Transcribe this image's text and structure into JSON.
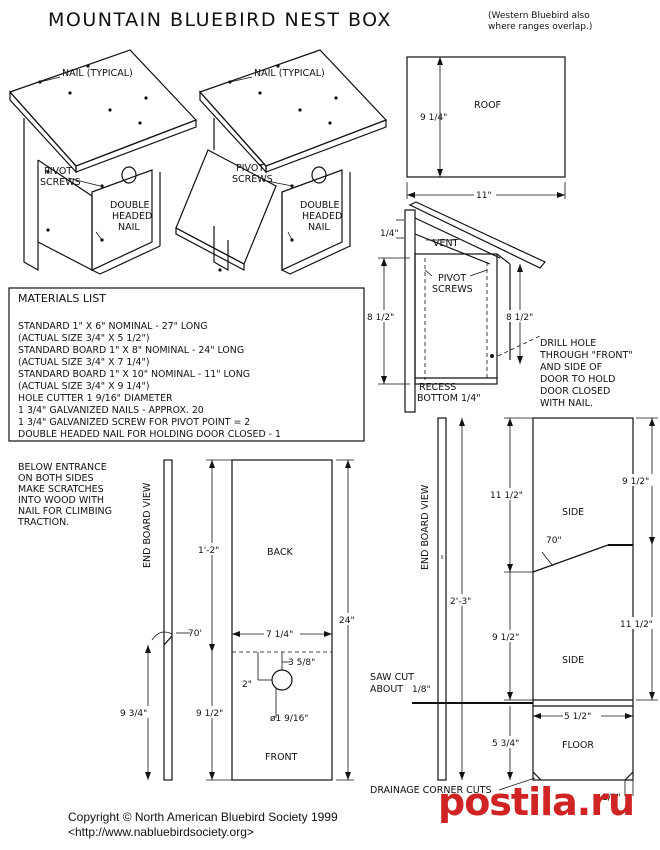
{
  "title": "MOUNTAIN BLUEBIRD NEST BOX",
  "subtitle_lines": [
    "(Western Bluebird also",
    "where ranges overlap.)"
  ],
  "iso_labels": {
    "nail_typical": "NAIL (TYPICAL)",
    "pivot": "PIVOT",
    "screws": "SCREWS",
    "double": "DOUBLE",
    "headed": "HEADED",
    "nail": "NAIL"
  },
  "roof": {
    "label": "ROOF",
    "height": "9 1/4\"",
    "width": "11\""
  },
  "side_view": {
    "quarter": "1/4\"",
    "vent": "VENT",
    "pivot_line1": "PIVOT",
    "pivot_line2": "SCREWS",
    "left_height": "8 1/2\"",
    "right_height": "8 1/2\"",
    "recess_line1": "RECESS",
    "recess_line2": "BOTTOM 1/4\"",
    "drill_note": [
      "DRILL HOLE",
      "THROUGH \"FRONT\"",
      "AND SIDE OF",
      "DOOR TO HOLD",
      "DOOR CLOSED",
      "WITH NAIL."
    ]
  },
  "materials": {
    "heading": "MATERIALS LIST",
    "items": [
      "STANDARD 1\" X 6\" NOMINAL - 27\" LONG",
      "(ACTUAL SIZE 3/4\" X 5 1/2\")",
      "STANDARD BOARD 1\" X 8\" NOMINAL - 24\" LONG",
      "(ACTUAL SIZE 3/4\" X 7 1/4\")",
      "STANDARD BOARD 1\" X 10\" NOMINAL - 11\" LONG",
      "(ACTUAL SIZE 3/4\" X 9 1/4\")",
      "HOLE CUTTER 1 9/16\" DIAMETER",
      "1 3/4\" GALVANIZED NAILS - APPROX. 20",
      "1 3/4\" GALVANIZED SCREW FOR PIVOT POINT = 2",
      "DOUBLE HEADED NAIL FOR HOLDING DOOR CLOSED - 1"
    ]
  },
  "scratch_note": [
    "BELOW ENTRANCE",
    "ON BOTH SIDES",
    "MAKE SCRATCHES",
    "INTO WOOD WITH",
    "NAIL FOR CLIMBING",
    "TRACTION."
  ],
  "back_front": {
    "end_board_view": "END BOARD VIEW",
    "back_label": "BACK",
    "front_label": "FRONT",
    "back_height": "1'-2\"",
    "total_height": "24\"",
    "width": "7 1/4\"",
    "angle": "70'",
    "hole_offset": "3 5/8\"",
    "hole_drop": "2\"",
    "hole_dia": "ø1 9/16\"",
    "front_height_outer": "9 3/4\"",
    "front_height_inner": "9 1/2\""
  },
  "side_floor": {
    "end_board_view": "END BOARD VIEW",
    "side_label": "SIDE",
    "floor_label": "FLOOR",
    "total_length": "2'-3\"",
    "left_top": "11 1/2\"",
    "left_mid": "9 1/2\"",
    "left_bottom": "5 3/4\"",
    "right_top": "9 1/2\"",
    "right_mid": "11 1/2\"",
    "angle": "70\"",
    "saw_cut_line1": "SAW CUT",
    "saw_cut_line2": "ABOUT",
    "saw_cut_value": "1/8\"",
    "floor_width": "5 1/2\"",
    "drainage": "DRAINAGE CORNER CUTS",
    "corner_cut": "1/2\""
  },
  "copyright_line1": "Copyright © North American Bluebird Society 1999",
  "copyright_line2": "<http://www.nabluebirdsociety.org>",
  "watermark": "postila.ru",
  "colors": {
    "ink": "#111111",
    "watermark": "#cf2324"
  }
}
